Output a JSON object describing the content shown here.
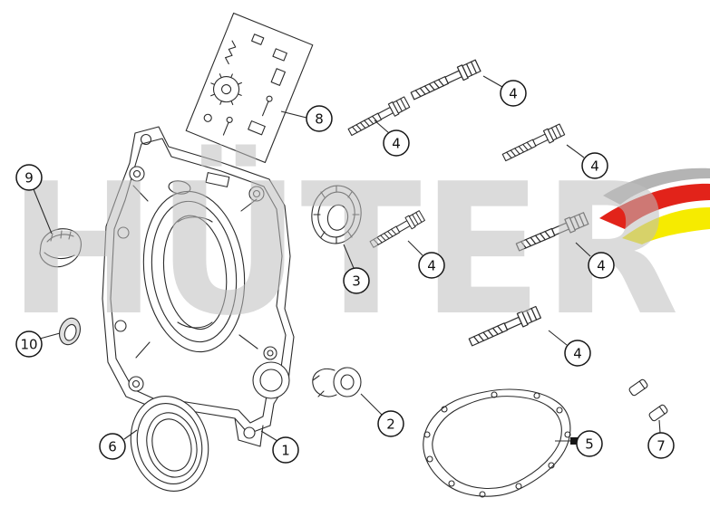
{
  "watermark": {
    "text": "HÜTER"
  },
  "logo": {
    "colors": {
      "gray": "#b4b4b4",
      "red": "#e2231a",
      "yellow": "#f6eb00"
    }
  },
  "diagram": {
    "type": "exploded-parts-diagram",
    "callouts": [
      {
        "label": "1"
      },
      {
        "label": "2"
      },
      {
        "label": "3"
      },
      {
        "label": "4"
      },
      {
        "label": "4"
      },
      {
        "label": "4"
      },
      {
        "label": "4"
      },
      {
        "label": "4"
      },
      {
        "label": "4"
      },
      {
        "label": "5"
      },
      {
        "label": "6"
      },
      {
        "label": "7"
      },
      {
        "label": "8"
      },
      {
        "label": "9"
      },
      {
        "label": "10"
      }
    ]
  }
}
